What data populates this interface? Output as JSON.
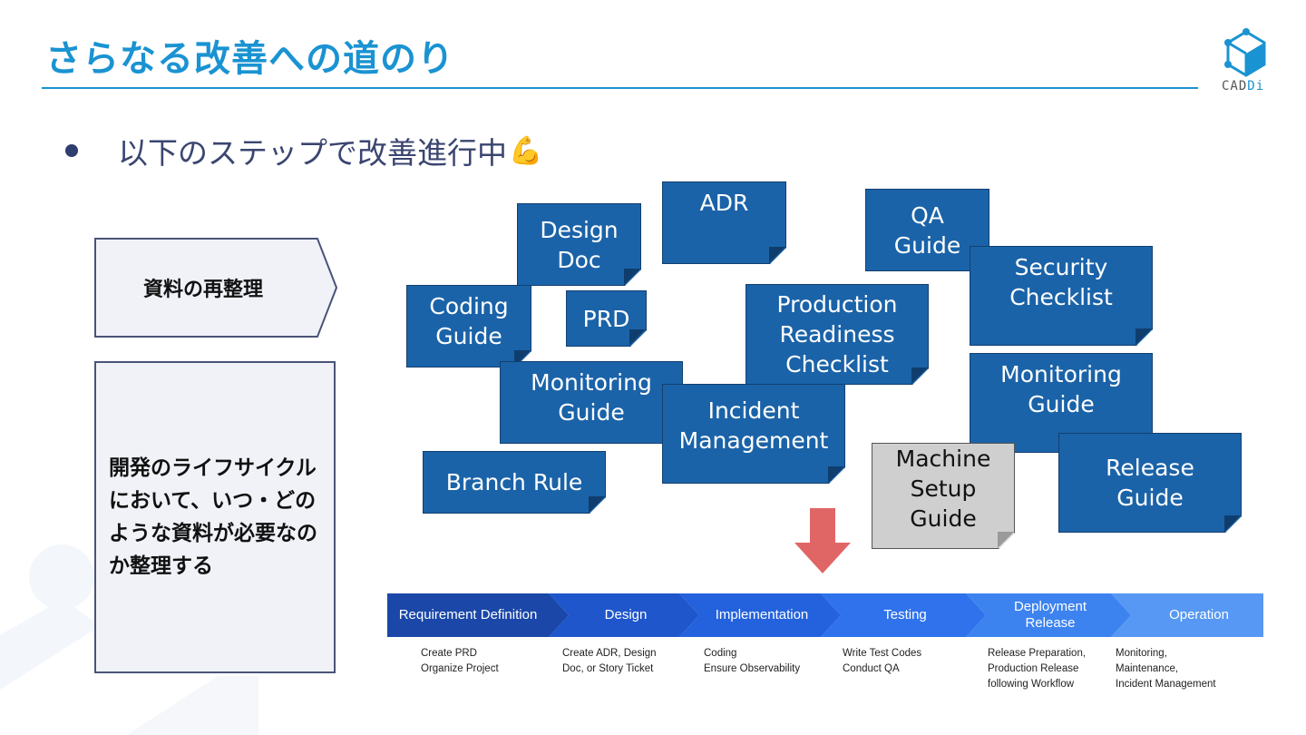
{
  "slide": {
    "title": "さらなる改善への道のり",
    "logo": {
      "icon": "cube-logo-icon",
      "text_main": "CAD",
      "text_accent": "Di",
      "accent_color": "#1a93d2"
    },
    "bullet": {
      "text": "以下のステップで改善進行中",
      "emoji": "💪"
    }
  },
  "left_panel": {
    "step_label": "資料の再整理",
    "description": "開発のライフサイクルにおいて、いつ・どのような資料が必要なのか整理する"
  },
  "documents": [
    {
      "id": "design-doc",
      "label": "Design\nDoc",
      "color": "blue"
    },
    {
      "id": "adr",
      "label": "ADR",
      "color": "blue"
    },
    {
      "id": "qa-guide",
      "label": "QA\nGuide",
      "color": "blue"
    },
    {
      "id": "security-checklist",
      "label": "Security\nChecklist",
      "color": "blue"
    },
    {
      "id": "coding-guide",
      "label": "Coding\nGuide",
      "color": "blue"
    },
    {
      "id": "prd",
      "label": "PRD",
      "color": "blue"
    },
    {
      "id": "production-readiness-checklist",
      "label": "Production\nReadiness\nChecklist",
      "color": "blue"
    },
    {
      "id": "monitoring-guide-1",
      "label": "Monitoring\nGuide",
      "color": "blue"
    },
    {
      "id": "incident-management",
      "label": "Incident\nManagement",
      "color": "blue"
    },
    {
      "id": "monitoring-guide-2",
      "label": "Monitoring\nGuide",
      "color": "blue"
    },
    {
      "id": "branch-rule",
      "label": "Branch Rule",
      "color": "blue"
    },
    {
      "id": "machine-setup-guide",
      "label": "Machine\nSetup\nGuide",
      "color": "gray"
    },
    {
      "id": "release-guide",
      "label": "Release\nGuide",
      "color": "blue"
    }
  ],
  "colors": {
    "note_blue": "#1b63a8",
    "note_gray": "#cfcfcf",
    "arrow": "#e06666"
  },
  "lifecycle": [
    {
      "stage": "Requirement Definition",
      "tasks": "Create PRD\nOrganize Project",
      "color": "#1a47a8"
    },
    {
      "stage": "Design",
      "tasks": "Create ADR, Design\nDoc, or Story Ticket",
      "color": "#1f56cc"
    },
    {
      "stage": "Implementation",
      "tasks": "Coding\nEnsure Observability",
      "color": "#2462dd"
    },
    {
      "stage": "Testing",
      "tasks": "Write Test Codes\nConduct QA",
      "color": "#2f72ec"
    },
    {
      "stage": "Deployment\nRelease",
      "tasks": "Release Preparation,\nProduction Release\nfollowing Workflow",
      "color": "#3d83f0"
    },
    {
      "stage": "Operation",
      "tasks": "Monitoring,\nMaintenance,\nIncident Management",
      "color": "#5698f3"
    }
  ]
}
